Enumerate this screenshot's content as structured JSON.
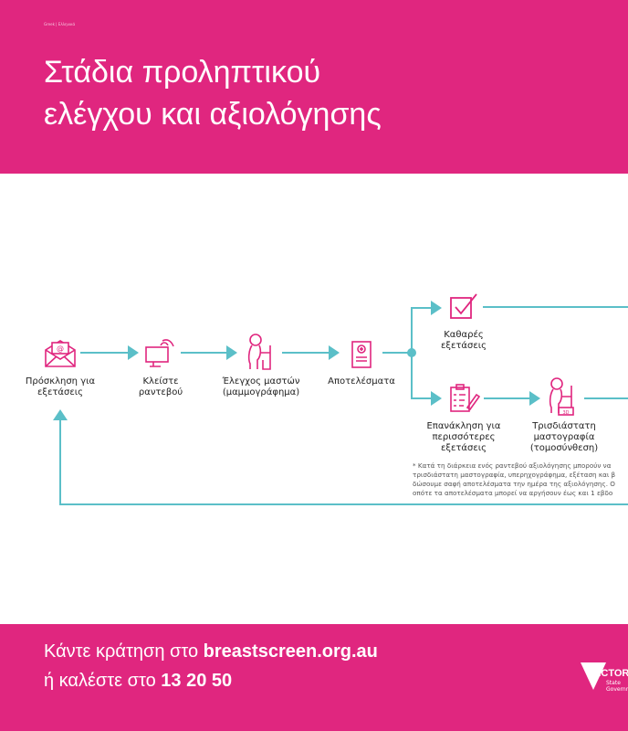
{
  "header": {
    "language": "Greek | Ελληνικά",
    "title_line1": "Στάδια προληπτικού",
    "title_line2": "ελέγχου και αξιολόγησης"
  },
  "steps": {
    "invitation": "Πρόσκληση για εξετάσεις",
    "book": "Κλείστε ραντεβού",
    "screening": "Έλεγχος μαστών (μαμμογράφημα)",
    "results": "Αποτελέσματα",
    "clear": "Καθαρές εξετάσεις",
    "recall": "Επανάκληση για περισσότερες εξετάσεις",
    "tomo": "Τρισδιάστατη μαστογραφία (τομοσύνθεση)"
  },
  "note": {
    "line1": "* Κατά τη διάρκεια ενός ραντεβού αξιολόγησης  μπορούν να",
    "line2": "τρισδιάστατη μαστογραφία, υπερηχογράφημα, εξέταση και β",
    "line3": "δώσουμε σαφή αποτελέσματα την ημέρα της αξιολόγησης. Ο",
    "line4": "οπότε τα αποτελέσματα μπορεί να αργήσουν έως και 1 εβδο"
  },
  "footer": {
    "cta1_prefix": "Κάντε κράτηση στο ",
    "cta1_link": "breastscreen.org.au",
    "cta2_prefix": "ή καλέστε στο ",
    "cta2_phone": "13 20 50",
    "logo": "VICTORIA State Government"
  },
  "colors": {
    "brand": "#e0267f",
    "line": "#5bbfc8"
  }
}
